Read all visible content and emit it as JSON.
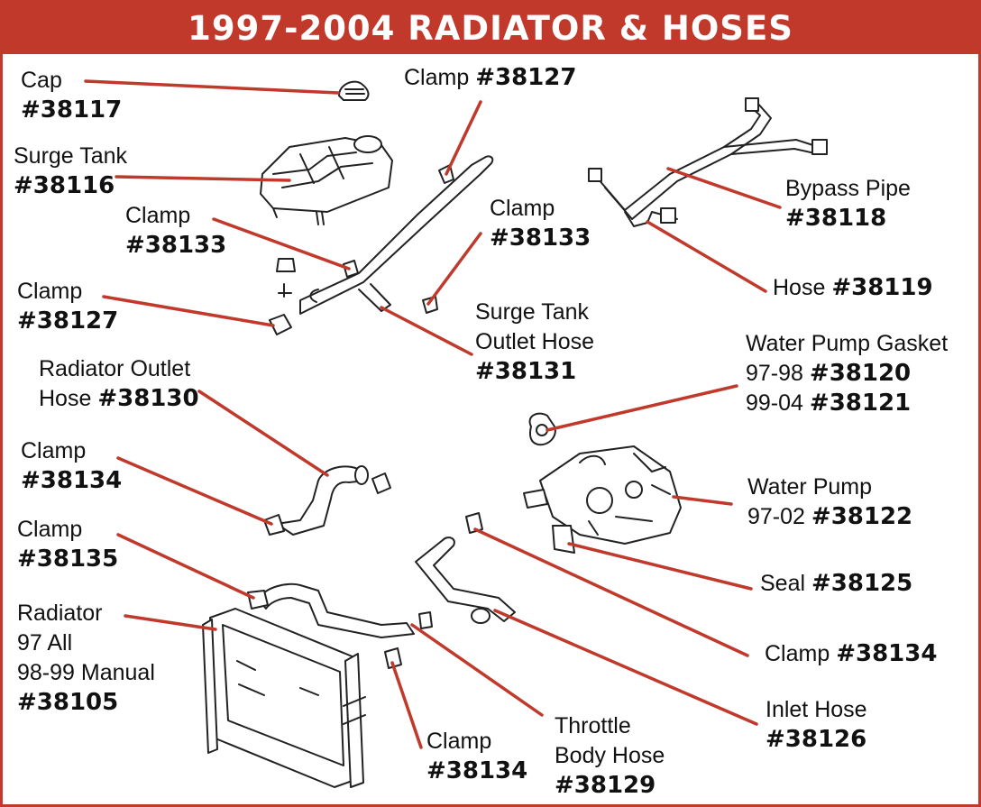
{
  "title": "1997-2004 RADIATOR & HOSES",
  "colors": {
    "accent": "#c0392b",
    "ink": "#111111",
    "background": "#ffffff"
  },
  "labels": {
    "cap": {
      "text": "Cap",
      "part": "#38117"
    },
    "surge_tank": {
      "text": "Surge Tank",
      "part": "#38116"
    },
    "clamp_top": {
      "text": "Clamp",
      "part": "#38127"
    },
    "clamp_left_38133": {
      "text": "Clamp",
      "part": "#38133"
    },
    "clamp_right_38133": {
      "text": "Clamp",
      "part": "#38133"
    },
    "clamp_left_38127": {
      "text": "Clamp",
      "part": "#38127"
    },
    "bypass_pipe": {
      "text": "Bypass Pipe",
      "part": "#38118"
    },
    "hose_38119": {
      "text": "Hose",
      "part": "#38119"
    },
    "surge_outlet": {
      "line1": "Surge Tank",
      "line2": "Outlet Hose",
      "part": "#38131"
    },
    "radiator_outlet": {
      "line1": "Radiator Outlet",
      "line2": "Hose",
      "part": "#38130"
    },
    "water_pump_gasket": {
      "line1": "Water Pump Gasket",
      "prefix1": "97-98",
      "part1": "#38120",
      "prefix2": "99-04",
      "part2": "#38121"
    },
    "clamp_38134_a": {
      "text": "Clamp",
      "part": "#38134"
    },
    "water_pump": {
      "line1": "Water Pump",
      "prefix": "97-02",
      "part": "#38122"
    },
    "clamp_38135": {
      "text": "Clamp",
      "part": "#38135"
    },
    "seal": {
      "text": "Seal",
      "part": "#38125"
    },
    "radiator": {
      "line1": "Radiator",
      "line2": "97 All",
      "line3": "98-99 Manual",
      "part": "#38105"
    },
    "clamp_38134_b": {
      "text": "Clamp",
      "part": "#38134"
    },
    "inlet_hose": {
      "line1": "Inlet Hose",
      "part": "#38126"
    },
    "throttle_body": {
      "line1": "Throttle",
      "line2": "Body Hose",
      "part": "#38129"
    },
    "clamp_38134_c": {
      "text": "Clamp",
      "part": "#38134"
    }
  }
}
